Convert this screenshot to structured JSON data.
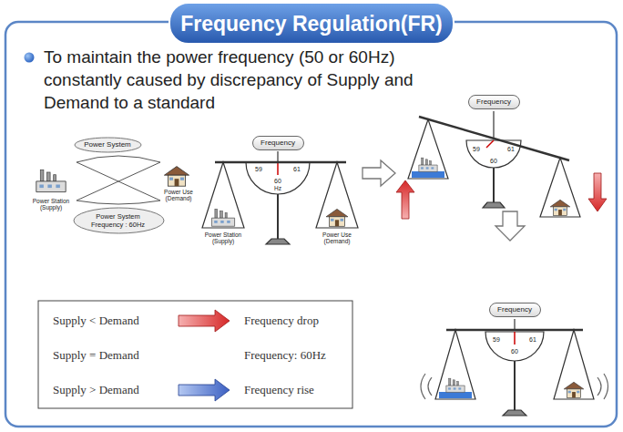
{
  "diagram": {
    "title": "Frequency Regulation(FR)",
    "nodes": [
      {
        "text": [
          "Power System"
        ]
      },
      {
        "text": [
          "Power System Frequency : 60Hz"
        ]
      },
      {
        "text": [
          "Frequency"
        ]
      },
      {
        "text": [
          "Frequency"
        ]
      },
      {
        "text": [
          "Frequency"
        ]
      }
    ],
    "labels": [
      "To maintain the power frequency (50 or 60Hz) constantly caused by discrepancy of Supply and Demand to a standard",
      "Power Station (Supply)",
      "Power Use (Demand)",
      "59",
      "60",
      "Hz",
      "61",
      "Power Station (Supply)",
      "Power Use (Demand)",
      "59",
      "60",
      "61",
      "59",
      "60",
      "61",
      "Supply < Demand",
      "Frequency drop",
      "Supply = Demand",
      "Frequency: 60Hz",
      "Supply > Demand",
      "Frequency rise"
    ]
  }
}
